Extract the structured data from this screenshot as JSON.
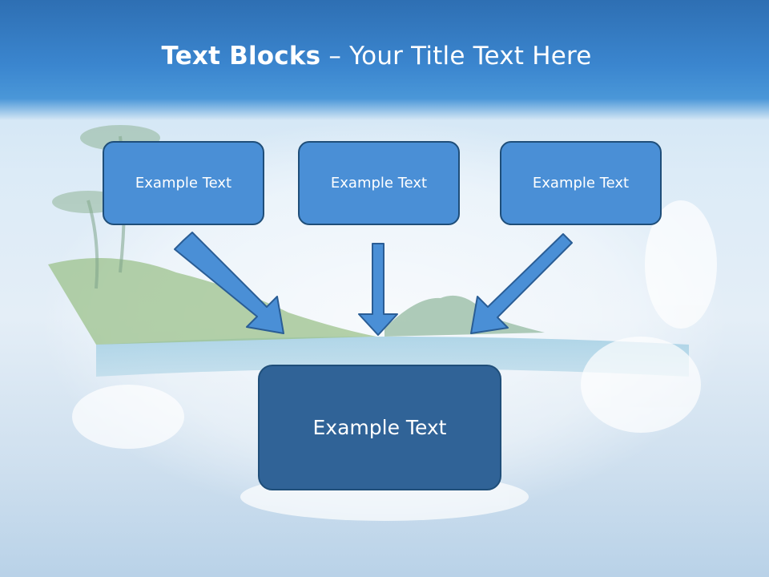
{
  "title": {
    "bold": "Text Blocks",
    "dash": " – ",
    "rest": "Your Title Text Here"
  },
  "boxes": {
    "left": "Example Text",
    "center": "Example Text",
    "right": "Example Text",
    "bottom": "Example Text"
  },
  "colors": {
    "header": "#3b86cf",
    "small_box_fill": "#4a8fd6",
    "big_box_fill": "#306397",
    "border": "#1f4e79",
    "arrow_fill": "#4a8fd6",
    "arrow_stroke": "#2a5d95"
  }
}
